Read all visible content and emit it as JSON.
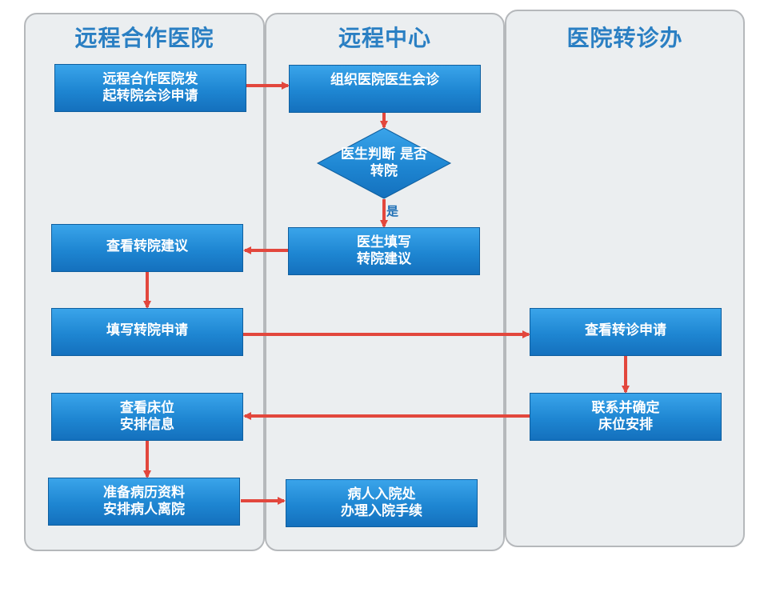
{
  "lanes": {
    "left": "远程合作医院",
    "middle": "远程中心",
    "right": "医院转诊办"
  },
  "nodes": {
    "apply_line1": "远程合作医院发",
    "apply_line2": "起转院会诊申请",
    "organize": "组织医院医生会诊",
    "decision_line1": "医生判断",
    "decision_line2": "是否转院",
    "yes_label": "是",
    "fill_advice_line1": "医生填写",
    "fill_advice_line2": "转院建议",
    "view_advice": "查看转院建议",
    "fill_application": "填写转院申请",
    "view_referral": "查看转诊申请",
    "contact_line1": "联系并确定",
    "contact_line2": "床位安排",
    "view_bed_line1": "查看床位",
    "view_bed_line2": "安排信息",
    "prepare_line1": "准备病历资料",
    "prepare_line2": "安排病人离院",
    "admission_line1": "病人入院处",
    "admission_line2": "办理入院手续"
  },
  "colors": {
    "arrow": "#e2473d",
    "box": "#1e86d2",
    "lane_title": "#2a7fc3",
    "lane_bg": "#ebeef0"
  }
}
